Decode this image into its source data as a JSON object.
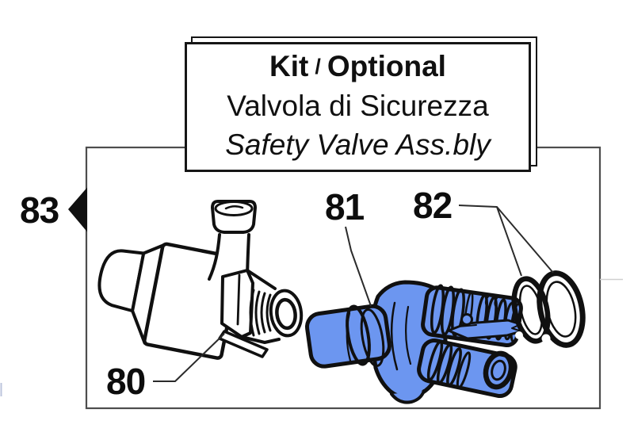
{
  "title_box": {
    "kit": "Kit",
    "separator": "/",
    "optional": "Optional",
    "subtitle_italian": "Valvola di Sicurezza",
    "subtitle_english": "Safety Valve Ass.bly"
  },
  "part_labels": {
    "safety_valve": "80",
    "valve_body": "81",
    "o_rings": "82",
    "kit_marker": "83"
  },
  "colors": {
    "highlight_blue": "#6C96F0",
    "line_black": "#101010",
    "frame_gray": "#4D4D4D"
  }
}
